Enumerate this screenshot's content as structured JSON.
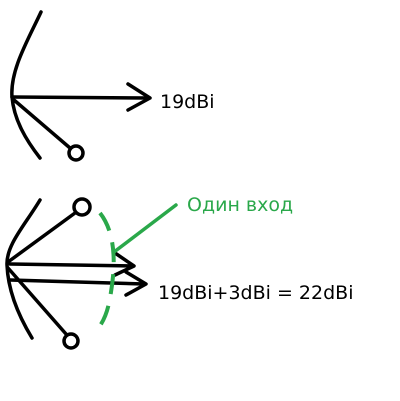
{
  "labels": {
    "top_gain": "19dBi",
    "bottom_gain": "19dBi+3dBi = 22dBi",
    "input_note": "Один вход"
  },
  "colors": {
    "ink": "#000000",
    "accent": "#2aa84a",
    "background": "#ffffff"
  }
}
